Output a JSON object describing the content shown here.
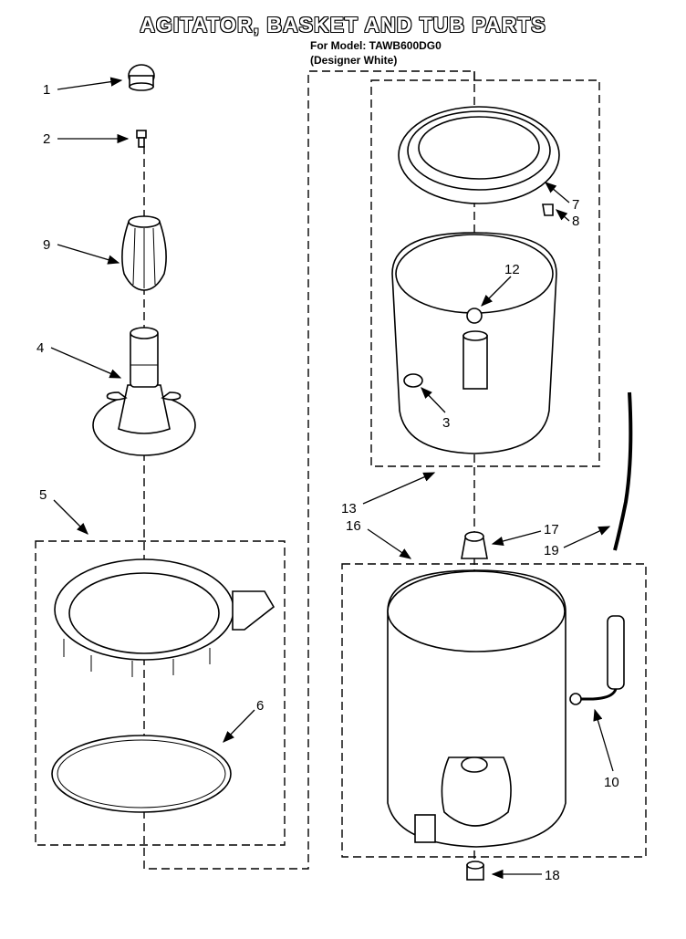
{
  "title": "AGITATOR, BASKET AND TUB PARTS",
  "model_line": "For Model: TAWB600DG0",
  "variant_line": "(Designer White)",
  "callouts": [
    "1",
    "2",
    "9",
    "4",
    "5",
    "6",
    "7",
    "8",
    "12",
    "3",
    "13",
    "16",
    "17",
    "19",
    "10",
    "18"
  ]
}
